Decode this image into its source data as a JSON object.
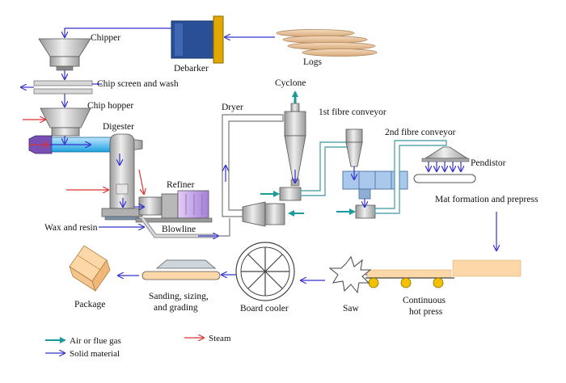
{
  "labels": {
    "chipper": "Chipper",
    "debarker": "Debarker",
    "logs": "Logs",
    "chip_screen": "Chip screen and wash",
    "chip_hopper": "Chip hopper",
    "digester": "Digester",
    "refiner": "Refiner",
    "wax_resin": "Wax and resin",
    "blowline": "Blowline",
    "dryer": "Dryer",
    "cyclone": "Cyclone",
    "fibre_conveyor_1": "1st fibre conveyor",
    "fibre_conveyor_2": "2nd fibre conveyor",
    "pendistor": "Pendistor",
    "mat_formation": "Mat formation and prepress",
    "hot_press_1": "Continuous",
    "hot_press_2": "hot press",
    "saw": "Saw",
    "board_cooler": "Board cooler",
    "sanding_1": "Sanding, sizing,",
    "sanding_2": "and grading",
    "package": "Package"
  },
  "legend": {
    "air": "Air or flue gas",
    "solid": "Solid material",
    "steam": "Steam"
  },
  "colors": {
    "solid_arrow": "#3333cc",
    "steam_arrow": "#dd3333",
    "air_arrow": "#1a9a9a",
    "duct": "#7fb7bf",
    "equipment_gray": "#c8c8c8",
    "refiner_purple": "#c9a8e8",
    "conveyor_blue": "#a9c8ec",
    "board_peach": "#fcd7a8",
    "roller_yellow": "#f2c200",
    "debarker_gold": "#e0a800"
  }
}
